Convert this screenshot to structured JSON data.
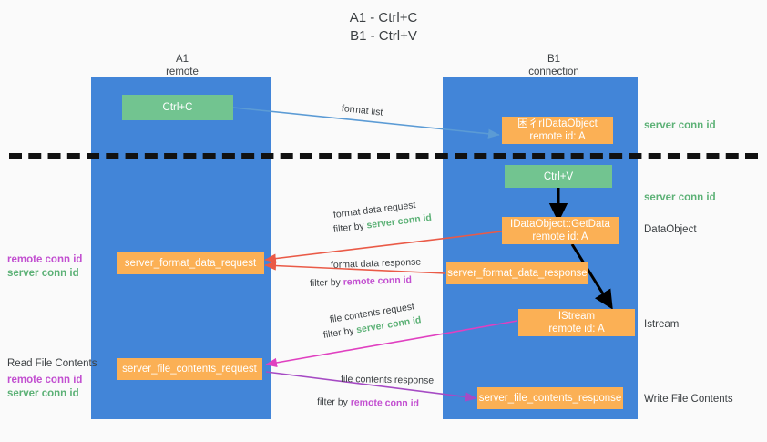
{
  "title": {
    "line1": "A1 - Ctrl+C",
    "line2": "B1 - Ctrl+V"
  },
  "columns": [
    {
      "name": "A1",
      "sub": "remote"
    },
    {
      "name": "B1",
      "sub": "connection"
    }
  ],
  "boxes": {
    "ctrl_c": "Ctrl+C",
    "ctrl_v": "Ctrl+V",
    "idataobject_title": "困彳rIDataObject",
    "idataobject_sub": "remote id: A",
    "getdata_title": "IDataObject::GetData",
    "getdata_sub": "remote id: A",
    "istream_title": "IStream",
    "istream_sub": "remote id: A",
    "server_format_data_request": "server_format_data_request",
    "server_format_data_response": "server_format_data_response",
    "server_file_contents_request": "server_file_contents_request",
    "server_file_contents_response": "server_file_contents_response"
  },
  "annotations": {
    "server_conn_id": "server conn id",
    "remote_conn_id": "remote conn id",
    "dataobject": "DataObject",
    "istream": "Istream",
    "write_file_contents": "Write File Contents",
    "read_file_contents": "Read File Contents"
  },
  "arrow_captions": {
    "format_list": "format list",
    "format_data_request": "format data request",
    "format_data_request_filter_prefix": "filter by ",
    "format_data_request_filter_value": "server conn id",
    "format_data_response": "format data response",
    "format_data_response_filter_prefix": "filter by ",
    "format_data_response_filter_value": "remote conn id",
    "file_contents_request": "file contents request",
    "file_contents_request_filter_prefix": "filter by ",
    "file_contents_request_filter_value": "server conn id",
    "file_contents_response": "file contents response",
    "file_contents_response_filter_prefix": "filter by ",
    "file_contents_response_filter_value": "remote conn id"
  },
  "colors": {
    "lane": "#4285d8",
    "green_box": "#72c490",
    "orange_box": "#fbb055",
    "green_text": "#5cb176",
    "purple_text": "#c24fd0",
    "arrow_blue": "#5b9bd5",
    "arrow_red": "#ea5a47",
    "arrow_magenta": "#e040c0",
    "arrow_purple": "#a64bc4",
    "arrow_black": "#000000"
  }
}
